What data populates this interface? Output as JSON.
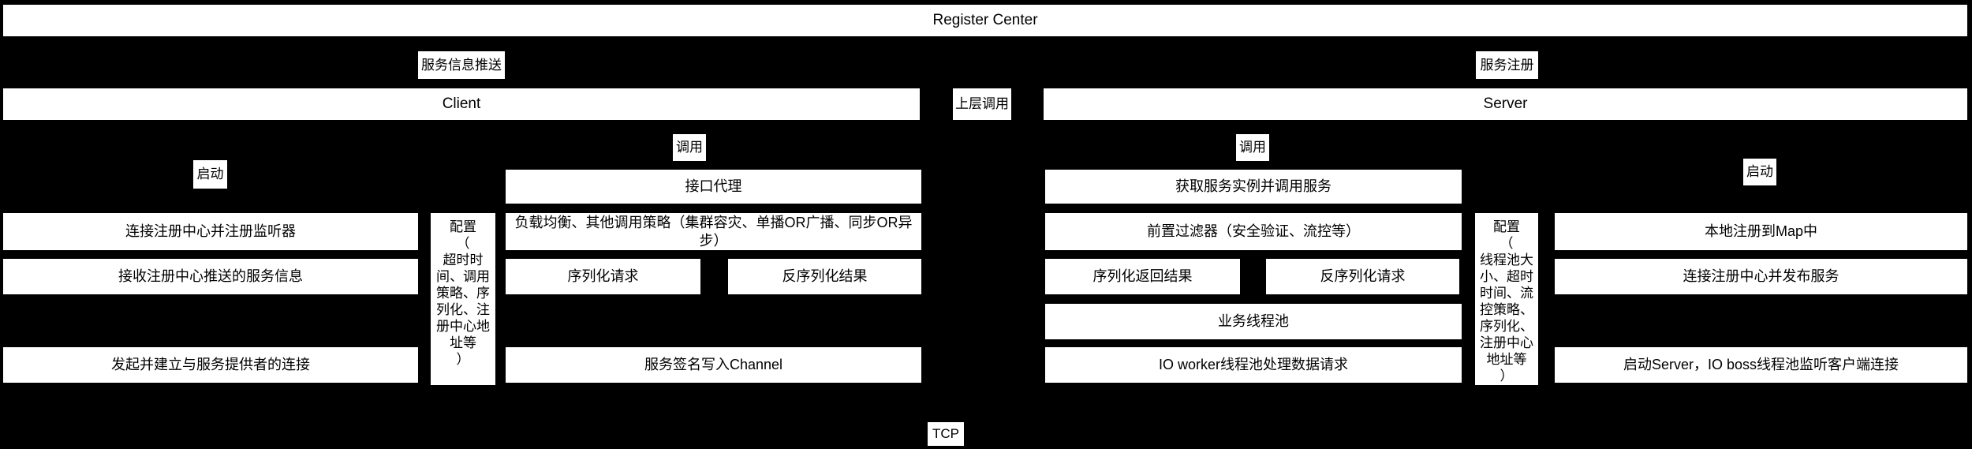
{
  "register_center": {
    "title": "Register Center"
  },
  "transport": {
    "tcp_label": "TCP",
    "upper_call_label": "上层调用"
  },
  "push_labels": {
    "service_info_push": "服务信息推送",
    "service_register": "服务注册"
  },
  "client": {
    "title": "Client",
    "call_label": "调用",
    "start_label": "启动",
    "boxes": {
      "interface_proxy": "接口代理",
      "connect_register": "连接注册中心并注册监听器",
      "receive_push": "接收注册中心推送的服务信息",
      "establish_connection": "发起并建立与服务提供者的连接",
      "config": "配置\n（\n超时时间、调用策略、序列化、注册中心地址等\n）",
      "load_balance": "负载均衡、其他调用策略（集群容灾、单播OR广播、同步OR异步）",
      "serialize_request": "序列化请求",
      "deserialize_result": "反序列化结果",
      "write_channel": "服务签名写入Channel"
    }
  },
  "server": {
    "title": "Server",
    "call_label": "调用",
    "start_label": "启动",
    "boxes": {
      "get_instance": "获取服务实例并调用服务",
      "pre_filter": "前置过滤器（安全验证、流控等）",
      "config": "配置\n（\n线程池大小、超时时间、流控策略、序列化、注册中心地址等\n）",
      "serialize_result": "序列化返回结果",
      "deserialize_request": "反序列化请求",
      "business_pool": "业务线程池",
      "io_worker": "IO worker线程池处理数据请求",
      "local_register": "本地注册到Map中",
      "connect_publish": "连接注册中心并发布服务",
      "start_server": "启动Server，IO boss线程池监听客户端连接"
    }
  },
  "colors": {
    "background": "#000000",
    "box_background": "#ffffff",
    "text": "#000000"
  }
}
